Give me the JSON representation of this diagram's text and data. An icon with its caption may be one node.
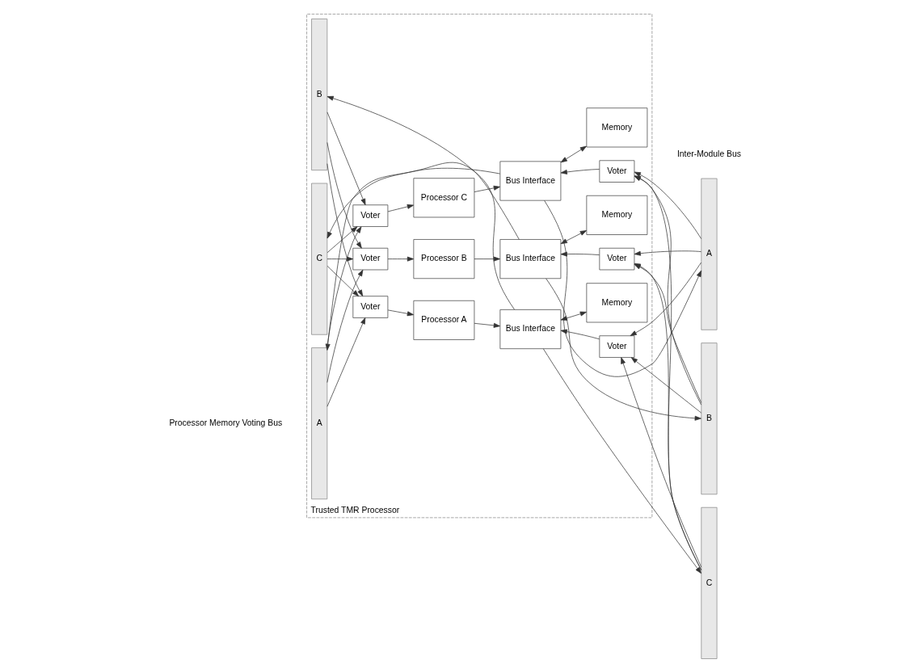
{
  "diagram": {
    "nodes": [
      {
        "text": [
          "Trusted TMR Processor"
        ]
      },
      {
        "text": [
          "A"
        ],
        "in": 0
      },
      {
        "text": [
          "B"
        ],
        "in": 0
      },
      {
        "text": [
          "C"
        ],
        "in": 0
      },
      {
        "text": [
          "Voter"
        ],
        "in": 0
      },
      {
        "text": [
          "Processor A"
        ],
        "in": 0
      },
      {
        "text": [
          "Bus Interface"
        ],
        "in": 0
      },
      {
        "text": [
          "Memory"
        ],
        "in": 0
      },
      {
        "text": [
          "Voter"
        ],
        "in": 0
      },
      {
        "text": [
          "Voter"
        ],
        "in": 0
      },
      {
        "text": [
          "Processor B"
        ],
        "in": 0
      },
      {
        "text": [
          "Bus Interface"
        ],
        "in": 0
      },
      {
        "text": [
          "Memory"
        ],
        "in": 0
      },
      {
        "text": [
          "Voter"
        ],
        "in": 0
      },
      {
        "text": [
          "Voter"
        ],
        "in": 0
      },
      {
        "text": [
          "Processor C"
        ],
        "in": 0
      },
      {
        "text": [
          "Bus Interface"
        ],
        "in": 0
      },
      {
        "text": [
          "Memory"
        ],
        "in": 0
      },
      {
        "text": [
          "Voter"
        ],
        "in": 0
      },
      {
        "text": [
          "A"
        ]
      },
      {
        "text": [
          "B"
        ]
      },
      {
        "text": [
          "C"
        ]
      }
    ],
    "edges": [
      {
        "from": 1,
        "to": 4,
        "arrow": "to"
      },
      {
        "from": 2,
        "to": 4,
        "arrow": "to"
      },
      {
        "from": 3,
        "to": 4,
        "arrow": "to"
      },
      {
        "from": 4,
        "to": 5,
        "arrow": "to"
      },
      {
        "from": 5,
        "to": 6,
        "arrow": "to"
      },
      {
        "from": 6,
        "to": 7,
        "arrow": "both"
      },
      {
        "from": 6,
        "to": 1,
        "arrow": "to"
      },
      {
        "from": 8,
        "to": 6,
        "arrow": "to"
      },
      {
        "from": 19,
        "to": 8,
        "arrow": "to"
      },
      {
        "from": 20,
        "to": 8,
        "arrow": "to"
      },
      {
        "from": 21,
        "to": 8,
        "arrow": "to"
      },
      {
        "from": 6,
        "to": 21,
        "arrow": "to"
      },
      {
        "from": 1,
        "to": 9,
        "arrow": "to"
      },
      {
        "from": 2,
        "to": 9,
        "arrow": "to"
      },
      {
        "from": 3,
        "to": 9,
        "arrow": "to"
      },
      {
        "from": 9,
        "to": 10,
        "arrow": "to"
      },
      {
        "from": 10,
        "to": 11,
        "arrow": "to"
      },
      {
        "from": 11,
        "to": 12,
        "arrow": "both"
      },
      {
        "from": 11,
        "to": 2,
        "arrow": "to"
      },
      {
        "from": 13,
        "to": 11,
        "arrow": "to"
      },
      {
        "from": 19,
        "to": 13,
        "arrow": "to"
      },
      {
        "from": 20,
        "to": 13,
        "arrow": "to"
      },
      {
        "from": 21,
        "to": 13,
        "arrow": "to"
      },
      {
        "from": 11,
        "to": 20,
        "arrow": "to"
      },
      {
        "from": 1,
        "to": 14,
        "arrow": "to"
      },
      {
        "from": 2,
        "to": 14,
        "arrow": "to"
      },
      {
        "from": 3,
        "to": 14,
        "arrow": "to"
      },
      {
        "from": 14,
        "to": 15,
        "arrow": "to"
      },
      {
        "from": 15,
        "to": 16,
        "arrow": "to"
      },
      {
        "from": 16,
        "to": 17,
        "arrow": "both"
      },
      {
        "from": 16,
        "to": 3,
        "arrow": "to"
      },
      {
        "from": 18,
        "to": 16,
        "arrow": "to"
      },
      {
        "from": 19,
        "to": 18,
        "arrow": "to"
      },
      {
        "from": 20,
        "to": 18,
        "arrow": "to"
      },
      {
        "from": 21,
        "to": 18,
        "arrow": "to"
      },
      {
        "from": 16,
        "to": 19,
        "arrow": "to"
      }
    ],
    "labels": [
      "Processor Memory Voting Bus",
      "Inter-Module Bus"
    ]
  }
}
